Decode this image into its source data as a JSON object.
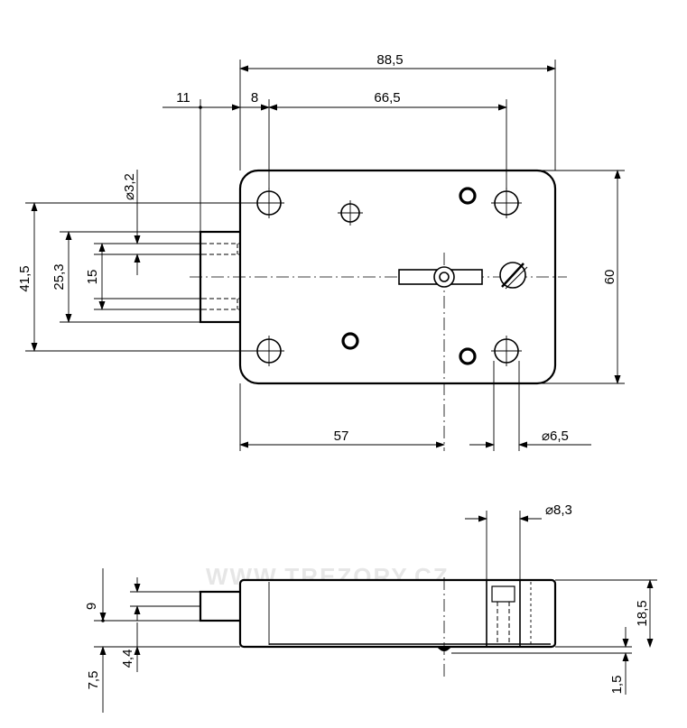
{
  "dimensions": {
    "overall_width": "88,5",
    "bolt_extension": "11",
    "edge_to_hole": "8",
    "hole_spacing_horizontal": "66,5",
    "bolt_hole_diameter": "3,2",
    "height_41_5": "41,5",
    "height_25_3": "25,3",
    "bolt_height": "15",
    "case_height": "60",
    "keyhole_offset": "57",
    "mount_hole_diameter": "6,5",
    "spindle_diameter": "8,3",
    "side_bolt_height": "9",
    "side_base_offset": "7,5",
    "side_bolt_offset": "4,4",
    "side_thickness": "18,5",
    "side_plate_thickness": "1,5"
  },
  "watermark": "WWW.TREZORY.CZ",
  "colors": {
    "line": "#000000",
    "background": "#ffffff",
    "watermark": "#e6e6e6"
  }
}
